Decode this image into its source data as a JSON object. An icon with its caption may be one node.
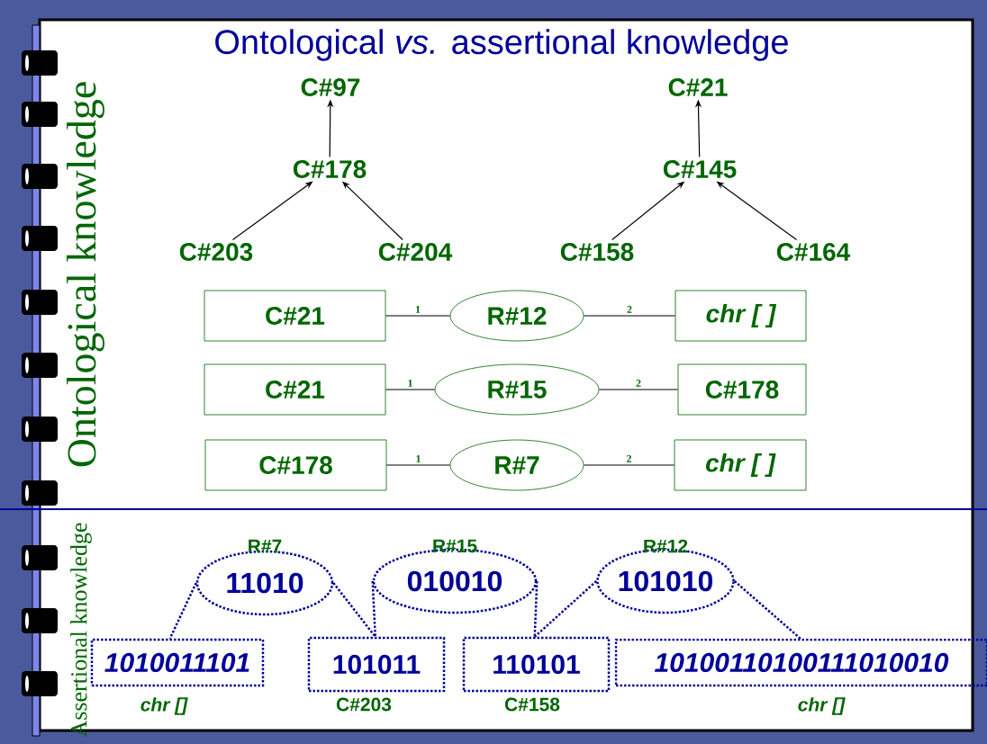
{
  "diagram": {
    "title": "Ontological *vs.* assertional knowledge",
    "nodes": [
      {
        "text": [
          "C#97"
        ]
      },
      {
        "text": [
          "C#178"
        ]
      },
      {
        "text": [
          "C#203"
        ]
      },
      {
        "text": [
          "C#204"
        ]
      },
      {
        "text": [
          "C#21"
        ]
      },
      {
        "text": [
          "C#145"
        ]
      },
      {
        "text": [
          "C#158"
        ]
      },
      {
        "text": [
          "C#164"
        ]
      },
      {
        "text": [
          "C#21"
        ]
      },
      {
        "text": [
          "R#12"
        ]
      },
      {
        "text": [
          "chr [ ]"
        ]
      },
      {
        "text": [
          "C#21"
        ]
      },
      {
        "text": [
          "R#15"
        ]
      },
      {
        "text": [
          "C#178"
        ]
      },
      {
        "text": [
          "C#178"
        ]
      },
      {
        "text": [
          "R#7"
        ]
      },
      {
        "text": [
          "chr [ ]"
        ]
      },
      {
        "text": [
          "11010"
        ],
        "beside": [
          "R#7"
        ]
      },
      {
        "text": [
          "010010"
        ],
        "beside": [
          "R#15"
        ]
      },
      {
        "text": [
          "101010"
        ],
        "beside": [
          "R#12"
        ]
      },
      {
        "text": [
          "1010011101"
        ],
        "beside": [
          "chr []"
        ]
      },
      {
        "text": [
          "101011"
        ],
        "beside": [
          "C#203"
        ]
      },
      {
        "text": [
          "110101"
        ],
        "beside": [
          "C#158"
        ]
      },
      {
        "text": [
          "10100110100111010010"
        ],
        "beside": [
          "chr []"
        ]
      }
    ],
    "edges": [
      {
        "from": 1,
        "to": 0,
        "arrow": "to"
      },
      {
        "from": 2,
        "to": 1,
        "arrow": "to"
      },
      {
        "from": 3,
        "to": 1,
        "arrow": "to"
      },
      {
        "from": 5,
        "to": 4,
        "arrow": "to"
      },
      {
        "from": 6,
        "to": 5,
        "arrow": "to"
      },
      {
        "from": 7,
        "to": 5,
        "arrow": "to"
      },
      {
        "from": 8,
        "to": 9,
        "arrow": "none",
        "label": "1"
      },
      {
        "from": 9,
        "to": 10,
        "arrow": "none",
        "label": "2"
      },
      {
        "from": 11,
        "to": 12,
        "arrow": "none",
        "label": "1"
      },
      {
        "from": 12,
        "to": 13,
        "arrow": "none",
        "label": "2"
      },
      {
        "from": 14,
        "to": 15,
        "arrow": "none",
        "label": "1"
      },
      {
        "from": 15,
        "to": 16,
        "arrow": "none",
        "label": "2"
      },
      {
        "from": 17,
        "to": 20,
        "arrow": "none",
        "style": "dashed",
        "color": "#000099"
      },
      {
        "from": 17,
        "to": 21,
        "arrow": "none",
        "style": "dashed",
        "color": "#000099"
      },
      {
        "from": 18,
        "to": 21,
        "arrow": "none",
        "style": "dashed",
        "color": "#000099"
      },
      {
        "from": 18,
        "to": 22,
        "arrow": "none",
        "style": "dashed",
        "color": "#000099"
      },
      {
        "from": 19,
        "to": 22,
        "arrow": "none",
        "style": "dashed",
        "color": "#000099"
      },
      {
        "from": 19,
        "to": 23,
        "arrow": "none",
        "style": "dashed",
        "color": "#000099"
      }
    ],
    "labels": [
      "Ontological knowledge",
      "Assertional knowledge"
    ]
  }
}
